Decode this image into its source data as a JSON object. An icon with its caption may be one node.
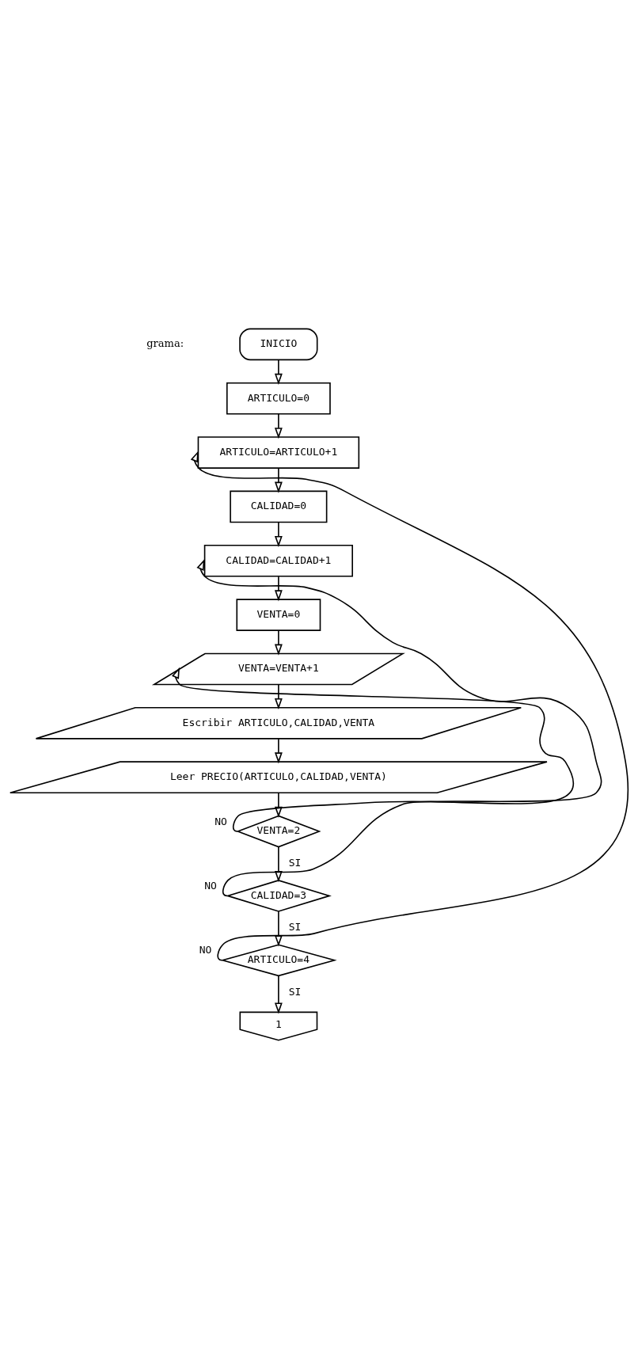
{
  "diagram": {
    "nodes": [
      {
        "text": [
          "INICIO"
        ]
      },
      {
        "text": [
          "ARTICULO=0"
        ]
      },
      {
        "text": [
          "ARTICULO=ARTICULO+1"
        ]
      },
      {
        "text": [
          "CALIDAD=0"
        ]
      },
      {
        "text": [
          "CALIDAD=CALIDAD+1"
        ]
      },
      {
        "text": [
          "VENTA=0"
        ]
      },
      {
        "text": [
          "VENTA=VENTA+1"
        ]
      },
      {
        "text": [
          "Escribir ARTICULO,CALIDAD,VENTA"
        ]
      },
      {
        "text": [
          "Leer PRECIO(ARTICULO,CALIDAD,VENTA)"
        ]
      },
      {
        "text": [
          "VENTA=2"
        ]
      },
      {
        "text": [
          "CALIDAD=3"
        ]
      },
      {
        "text": [
          "ARTICULO=4"
        ]
      },
      {
        "text": [
          "1"
        ]
      }
    ],
    "edges": [
      {
        "from": 0,
        "to": 1,
        "arrow": "to"
      },
      {
        "from": 1,
        "to": 2,
        "arrow": "to"
      },
      {
        "from": 2,
        "to": 3,
        "arrow": "to"
      },
      {
        "from": 3,
        "to": 4,
        "arrow": "to"
      },
      {
        "from": 4,
        "to": 5,
        "arrow": "to"
      },
      {
        "from": 5,
        "to": 6,
        "arrow": "to"
      },
      {
        "from": 6,
        "to": 7,
        "arrow": "to"
      },
      {
        "from": 7,
        "to": 8,
        "arrow": "to"
      },
      {
        "from": 8,
        "to": 9,
        "arrow": "to"
      },
      {
        "from": 9,
        "to": 6,
        "label": "NO",
        "arrow": "to"
      },
      {
        "from": 9,
        "to": 10,
        "label": "SI",
        "arrow": "to"
      },
      {
        "from": 10,
        "to": 4,
        "label": "NO",
        "arrow": "to"
      },
      {
        "from": 10,
        "to": 11,
        "label": "SI",
        "arrow": "to"
      },
      {
        "from": 11,
        "to": 2,
        "label": "NO",
        "arrow": "to"
      },
      {
        "from": 11,
        "to": 12,
        "label": "SI",
        "arrow": "to"
      }
    ],
    "labels": [
      "grama:"
    ]
  }
}
